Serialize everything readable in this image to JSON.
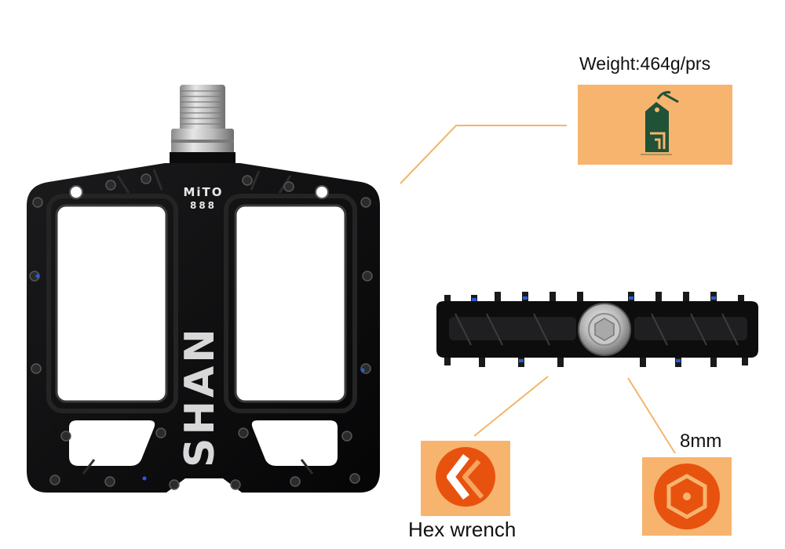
{
  "product": {
    "brand_text": "MiTO",
    "model_text": "888",
    "side_lettering": "SHAN"
  },
  "specs": {
    "weight_label": "Weight:464g/prs",
    "tool_1_label": "Hex wrench",
    "tool_2_label": "8mm"
  },
  "icons": {
    "weight": "weight-tag-icon",
    "tool_1": "hex-wrench-icon",
    "tool_2": "hex-bolt-8mm-icon"
  },
  "colors": {
    "tile_background": "#F7B46E",
    "weight_icon": "#1F5236",
    "tool_icon": "#E8520F",
    "leader_line": "#F2B66B",
    "pedal_body": "#0F0F10",
    "spindle": "#BDBDBD",
    "pin_accent": "#2A5BD7"
  }
}
